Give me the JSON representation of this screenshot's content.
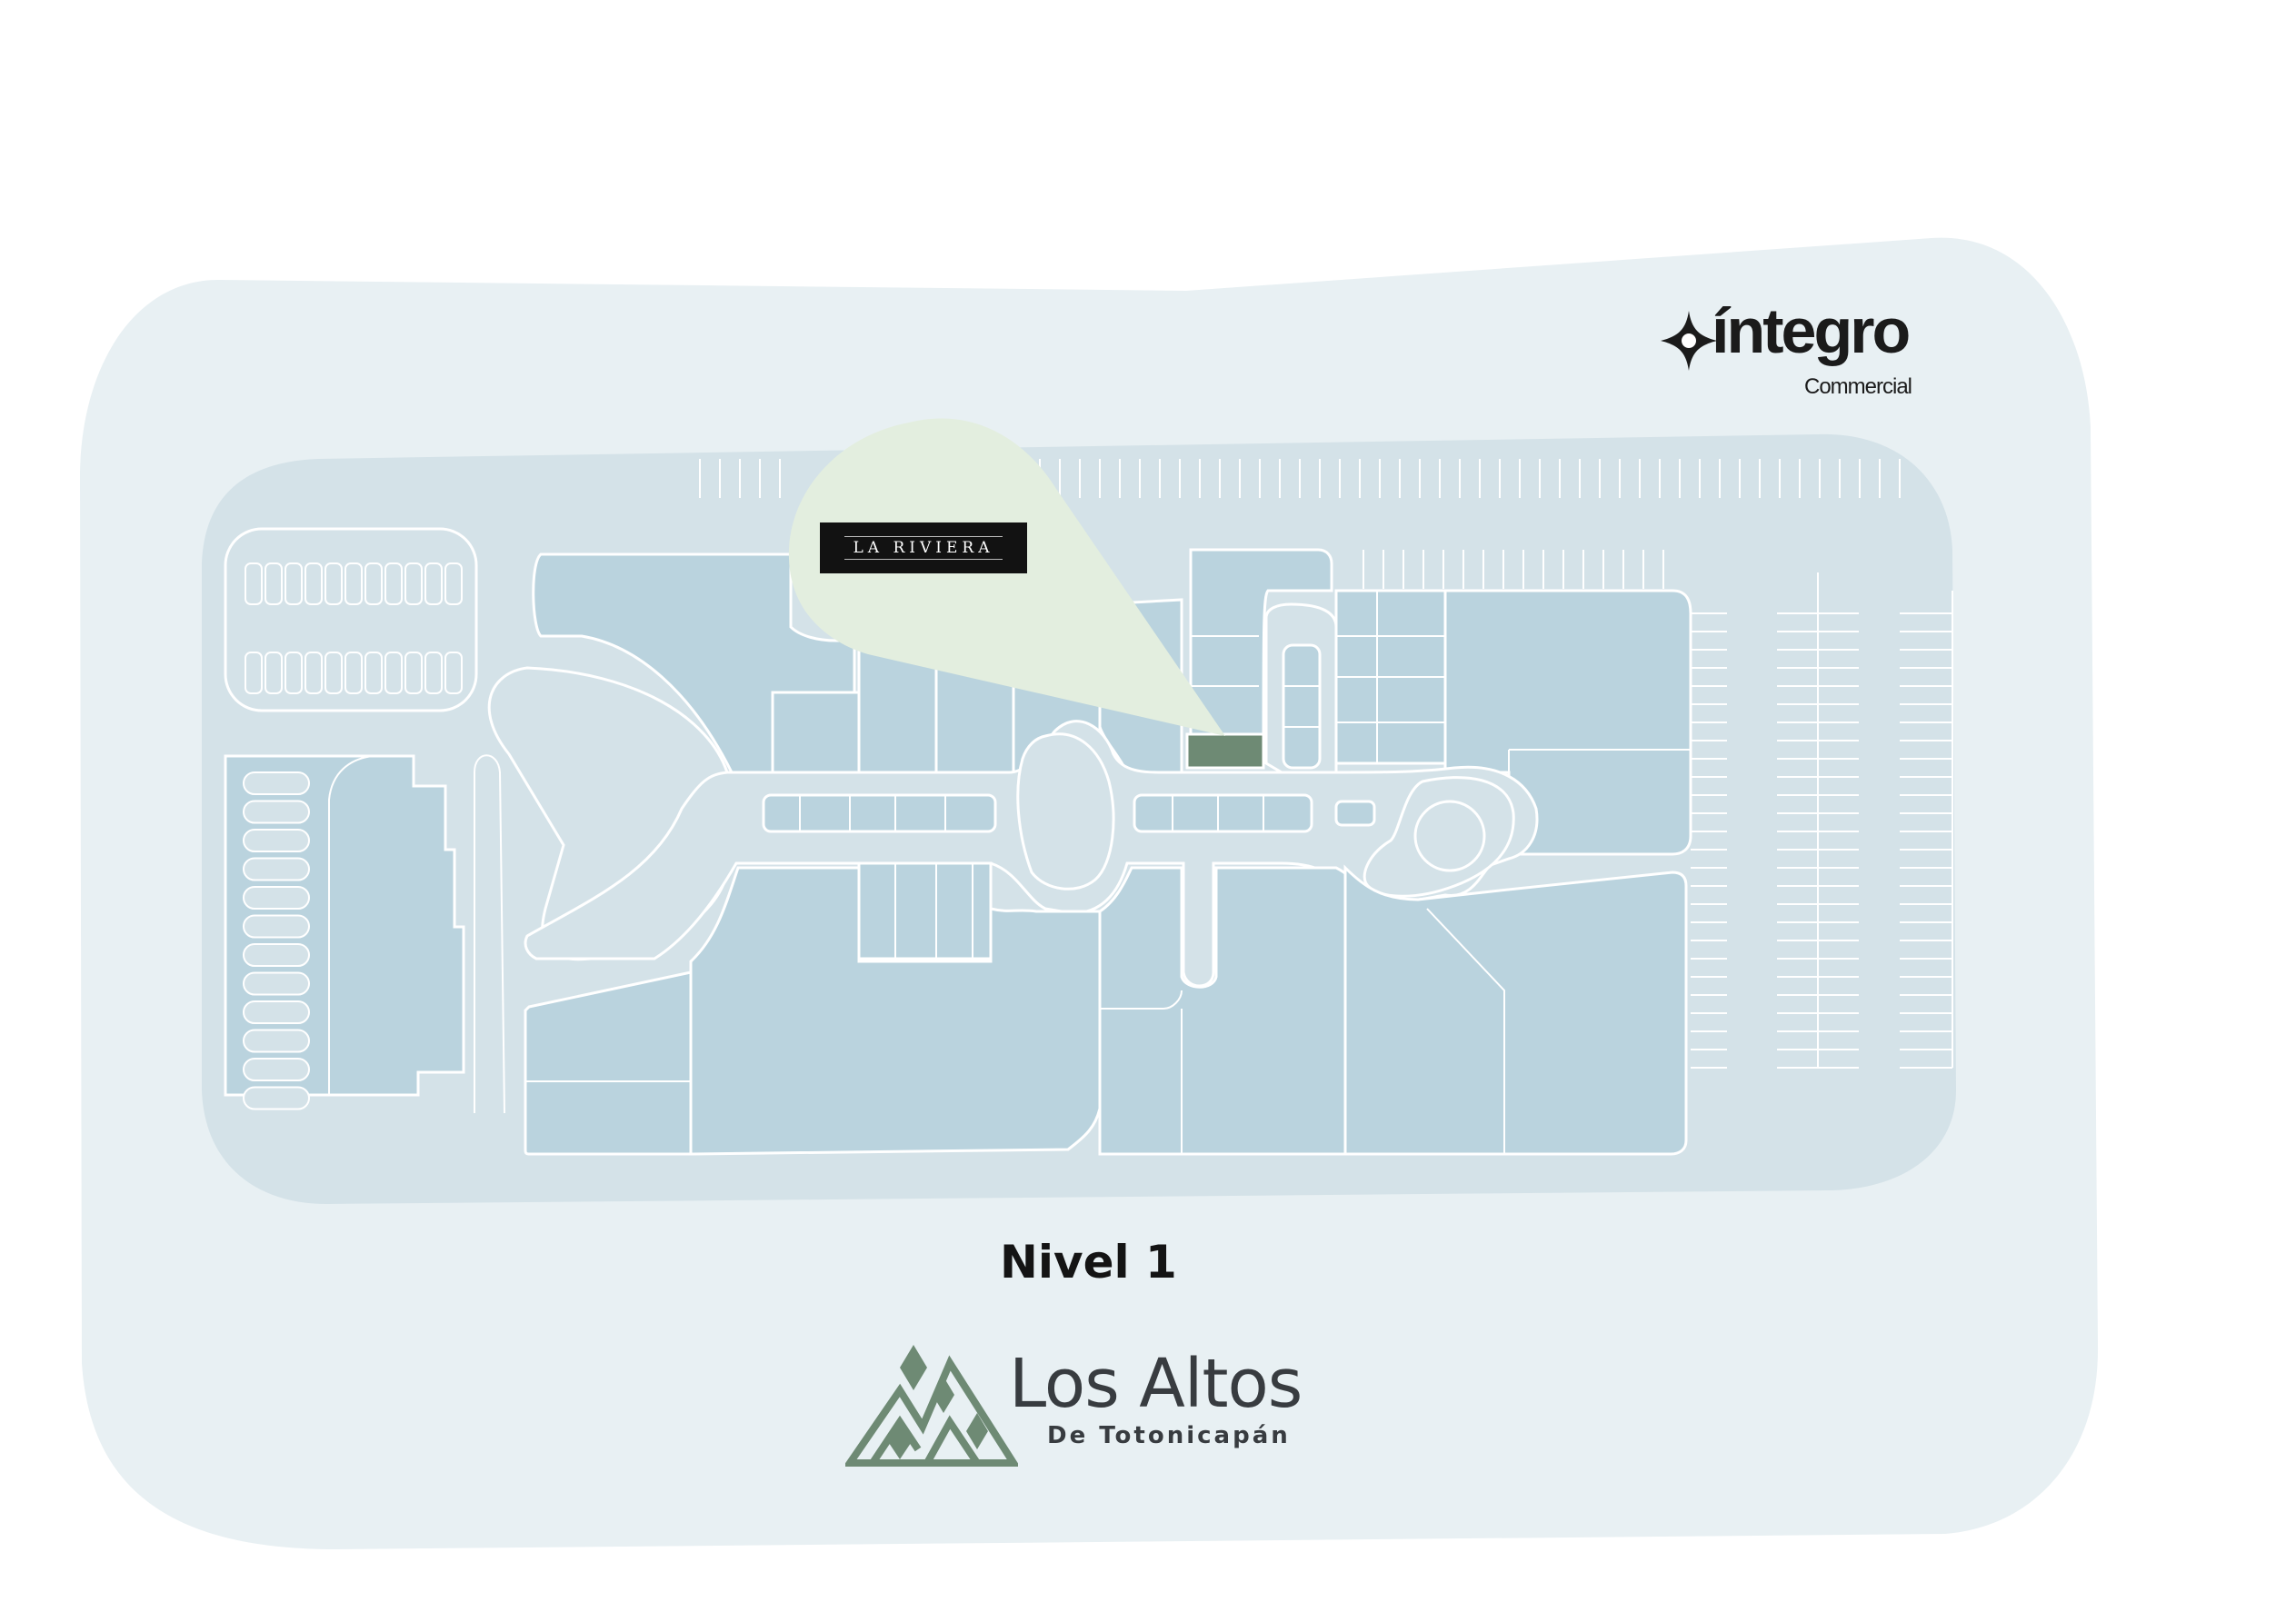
{
  "brand": {
    "name": "íntegro",
    "subtitle": "Commercial"
  },
  "marker": {
    "store_name": "LA RIVIERA",
    "color": "#6e8a74",
    "bubble_color": "#e3eedf"
  },
  "floor": {
    "label": "Nivel 1"
  },
  "project": {
    "name": "Los Altos",
    "location": "De Totonicapán",
    "logo_color": "#6e8a74"
  },
  "colors": {
    "site": "#e8f0f3",
    "parking": "#d4e2e8",
    "lot": "#bad3de",
    "highlight": "#6e8a74"
  }
}
